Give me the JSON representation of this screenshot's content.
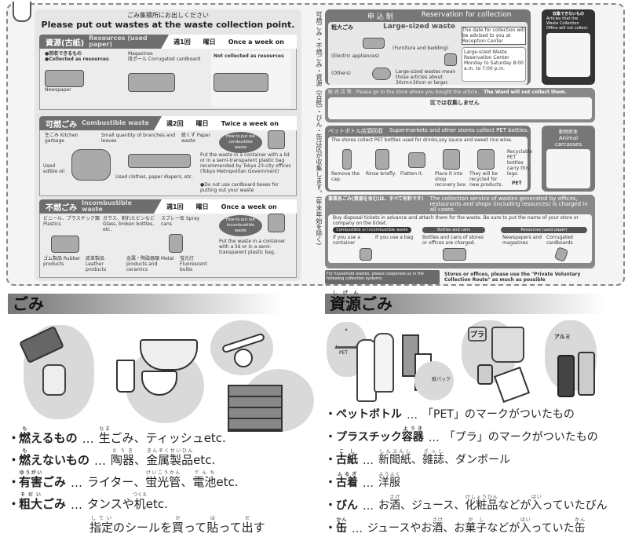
{
  "pamphlet": {
    "header_jp": "ごみ集積所にお出しください",
    "header_en": "Please put out wastes at the waste collection point.",
    "vertical_note": "可燃ごみ・不燃ごみ・資源（古紙）・びん・缶は区が収集します。(年末年始を除く)",
    "sections": [
      {
        "jp": "資源(古紙)",
        "en": "Resources (used paper)",
        "freq_jp": "週1回",
        "day_jp": "曜日",
        "freq_en": "Once a week on",
        "items": [
          "●回収できるもの",
          "●Collected as resources",
          "Newspaper",
          "Magazines",
          "段ボール Corrugated cardboard",
          "Not collected as resources"
        ]
      },
      {
        "jp": "可燃ごみ",
        "en": "Combustible waste",
        "freq_jp": "週2回",
        "day_jp": "曜日",
        "freq_en": "Twice a week on",
        "items": [
          "生ごみ Kitchen garbage",
          "Small quantity of branches and leaves",
          "紙くず Paper waste",
          "Used edible oil",
          "Used clothes, paper diapers, etc.",
          "How to put out combustible waste",
          "Put the waste in a container with a lid or in a semi-transparent plastic bag recommended by Tokyo 23-city offices (Tokyo Metropolitan Government)",
          "●Do not use cardboard boxes for putting out your waste"
        ]
      },
      {
        "jp": "不燃ごみ",
        "en": "Incombustible waste",
        "freq_jp": "週1回",
        "day_jp": "曜日",
        "freq_en": "Once a week on",
        "items": [
          "ビニール、プラスチック類 Plastics",
          "ガラス、割れたビンなど Glass, broken bottles, etc.",
          "スプレー缶 Spray cans",
          "ゴム製品 Rubber products",
          "皮革製品 Leather products",
          "金属・陶磁器類 Metal products and ceramics",
          "蛍光灯 Fluorescent bulbs",
          "How to put out incombustible waste",
          "Put the waste in a container with a lid or in a semi-transparent plastic bag."
        ]
      }
    ],
    "reservation": {
      "title_jp": "申 込 制",
      "title_en": "Reservation for collection",
      "jp": "粗大ごみ",
      "en": "Large-sized waste",
      "items": [
        "(Electric appliances)",
        "(Furniture and bedding)",
        "(Others)"
      ],
      "notice": "The date for collection will be advised to you at Reception Center",
      "center": "Large-sized Waste Reservation Center",
      "hours": "Monday to Saturday 8:00 a.m. to 7:00 p.m.",
      "size_note": "Large-sized wastes mean those articles about 30cm×30cm or larger."
    },
    "not_collected": {
      "title_jp": "収集できないもの",
      "title_en": "Articles that the Waste Collection Office will not collect."
    },
    "store": {
      "title_jp": "販 売 店 等",
      "title_en": "Please go to the store where you bought the article.",
      "ward_jp": "区では収集しません",
      "ward_en": "The Ward will not collect them."
    },
    "pet": {
      "title_jp": "ペットボトル店頭回収",
      "title_en": "Supermarkets and other stores collect PET bottles.",
      "sub": "The stores collect PET bottles used for drinks,soy sauce and sweet rice wine.",
      "steps": [
        "Remove the cap.",
        "Rinse briefly.",
        "Flatten it.",
        "Place it into shop recovery box.",
        "They will be recycled for new products."
      ],
      "logo_note": "Recyclable PET bottles carry this logo.",
      "logo": "PET"
    },
    "animal": {
      "title_jp": "動物死体",
      "title_en": "Animal carcasses"
    },
    "business": {
      "title_jp": "事業系ごみ(資源を含む)は、すべて有料です!",
      "title_en": "The collection service of wastes generated by offices, restaurants and shops (including resources) is charged in all cases.",
      "sub": "Buy disposal tickets in advance and attach them for the waste. Be sure to put the name of your store or company on the ticket.",
      "cols": [
        "Combustible or Incombustible waste",
        "Bottles and cans",
        "Resources (used paper)"
      ],
      "col_notes": [
        "If you use a container",
        "If you use a bag",
        "Bottles and cans of stores or offices are charged.",
        "Newspapers and magazines",
        "Corrugated cardboards"
      ]
    },
    "footer_left": "For household wastes, please cooperate us in the following collection systems.",
    "footer_right": "Stores or offices, please use the \"Private Voluntary Collection Route\" as much as possible"
  },
  "gomi": {
    "heading": "ごみ",
    "lines": [
      {
        "term": [
          {
            "b": "燃",
            "r": "も"
          },
          {
            "b": "えるもの"
          }
        ],
        "desc": [
          {
            "b": "生",
            "r": "なま"
          },
          {
            "b": "ごみ、ティッシュetc."
          }
        ]
      },
      {
        "term": [
          {
            "b": "燃",
            "r": "も"
          },
          {
            "b": "えないもの"
          }
        ],
        "desc": [
          {
            "b": "陶器",
            "r": "とうき"
          },
          {
            "b": "、"
          },
          {
            "b": "金属製品",
            "r": "きんぞくせいひん"
          },
          {
            "b": "etc."
          }
        ]
      },
      {
        "term": [
          {
            "b": "有害",
            "r": "ゆうがい"
          },
          {
            "b": "ごみ"
          }
        ],
        "desc": [
          {
            "b": "ライター、"
          },
          {
            "b": "蛍光管",
            "r": "けいこうかん"
          },
          {
            "b": "、"
          },
          {
            "b": "電池",
            "r": "でんち"
          },
          {
            "b": "etc."
          }
        ]
      },
      {
        "term": [
          {
            "b": "粗大",
            "r": "そだい"
          },
          {
            "b": "ごみ"
          }
        ],
        "desc": [
          {
            "b": "タンスや"
          },
          {
            "b": "机",
            "r": "つくえ"
          },
          {
            "b": "etc."
          }
        ]
      }
    ],
    "note": [
      {
        "b": "指定",
        "r": "してい"
      },
      {
        "b": "のシールを"
      },
      {
        "b": "買",
        "r": "か"
      },
      {
        "b": "って"
      },
      {
        "b": "貼",
        "r": "は"
      },
      {
        "b": "って"
      },
      {
        "b": "出",
        "r": "だ"
      },
      {
        "b": "す"
      }
    ]
  },
  "shigen": {
    "heading": [
      {
        "b": "資源",
        "r": "しげん"
      },
      {
        "b": "ごみ"
      }
    ],
    "marks": [
      "PET",
      "紙パック",
      "プラ",
      "アルミ"
    ],
    "lines": [
      {
        "term": [
          {
            "b": "ペットボトル"
          }
        ],
        "desc": [
          {
            "b": "「PET」のマークがついたもの"
          }
        ]
      },
      {
        "term": [
          {
            "b": "プラスチック"
          },
          {
            "b": "容器",
            "r": "ようき"
          }
        ],
        "desc": [
          {
            "b": "「プラ」のマークがついたもの"
          }
        ]
      },
      {
        "term": [
          {
            "b": "古紙",
            "r": "こし"
          }
        ],
        "desc": [
          {
            "b": "新聞紙",
            "r": "しんぶんし"
          },
          {
            "b": "、"
          },
          {
            "b": "雑誌",
            "r": "ざっし"
          },
          {
            "b": "、ダンボール"
          }
        ]
      },
      {
        "term": [
          {
            "b": "古着",
            "r": "ふるぎ"
          }
        ],
        "desc": [
          {
            "b": "洋服",
            "r": "ようふく"
          }
        ]
      },
      {
        "term": [
          {
            "b": "びん"
          }
        ],
        "desc": [
          {
            "b": "お"
          },
          {
            "b": "酒",
            "r": "さけ"
          },
          {
            "b": "、ジュース、"
          },
          {
            "b": "化粧品",
            "r": "けしょうひん"
          },
          {
            "b": "などが"
          },
          {
            "b": "入",
            "r": "はい"
          },
          {
            "b": "っていたびん"
          }
        ]
      },
      {
        "term": [
          {
            "b": "缶",
            "r": "かん"
          }
        ],
        "desc": [
          {
            "b": "ジュースやお"
          },
          {
            "b": "酒",
            "r": "さけ"
          },
          {
            "b": "、お"
          },
          {
            "b": "菓子",
            "r": "かし"
          },
          {
            "b": "などが"
          },
          {
            "b": "入",
            "r": "はい"
          },
          {
            "b": "っていた"
          },
          {
            "b": "缶",
            "r": "かん"
          }
        ]
      }
    ]
  },
  "bullet": "・",
  "ellipsis": "…"
}
